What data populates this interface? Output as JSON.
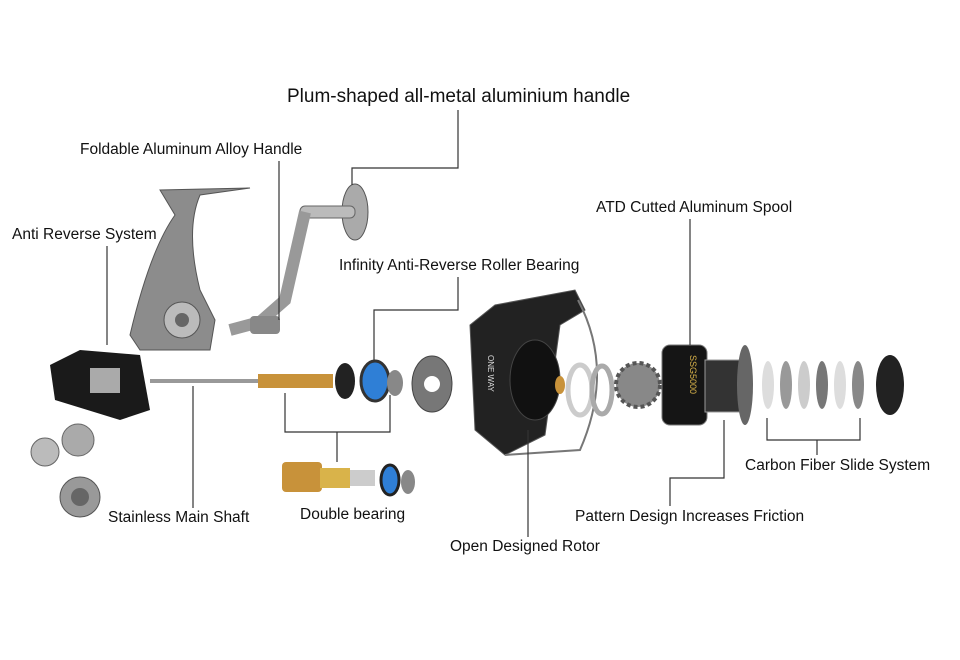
{
  "labels": {
    "plum_handle": "Plum-shaped all-metal aluminium handle",
    "foldable_handle": "Foldable Aluminum Alloy Handle",
    "anti_reverse": "Anti Reverse System",
    "infinity_bearing": "Infinity Anti-Reverse Roller Bearing",
    "atd_spool": "ATD Cutted Aluminum Spool",
    "carbon_slide": "Carbon Fiber Slide System",
    "pattern_design": "Pattern Design Increases Friction",
    "open_rotor": "Open Designed Rotor",
    "main_shaft": "Stainless Main Shaft",
    "double_bearing": "Double bearing"
  },
  "part_text": {
    "spool_model": "SSG5000",
    "rotor_mark": "ONE WAY"
  },
  "colors": {
    "line": "#333333",
    "metal": "#9a9a9a",
    "dark": "#1a1a1a",
    "brass": "#c8923a",
    "blue": "#2f7fd6"
  }
}
